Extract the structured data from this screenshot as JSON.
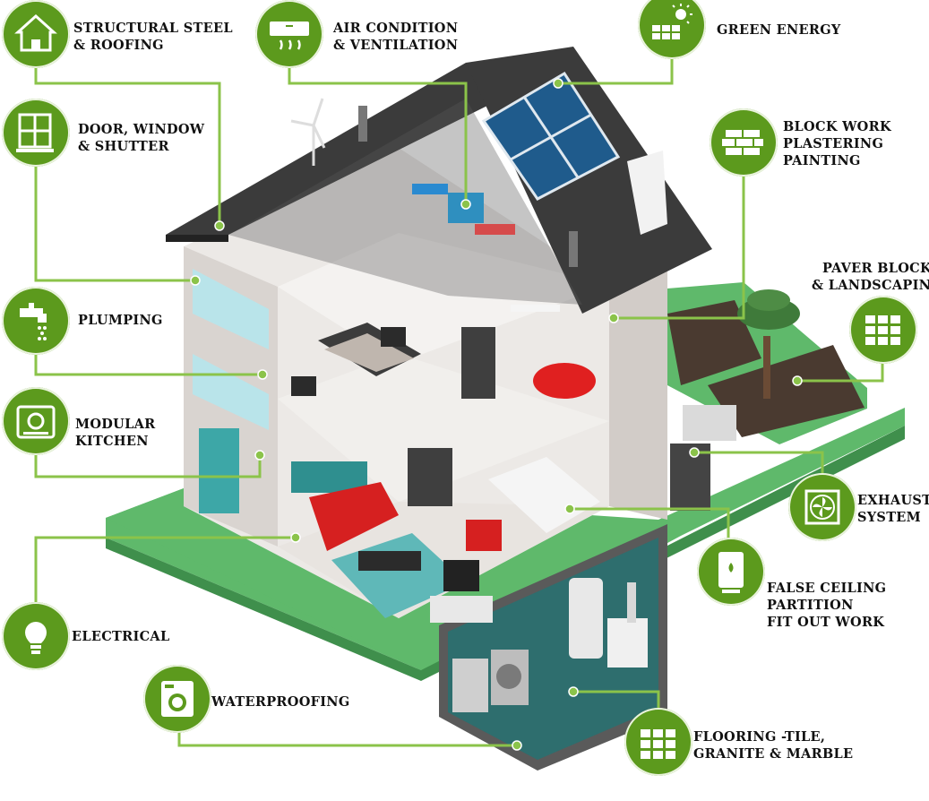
{
  "services": [
    {
      "id": "structural-steel",
      "lines": [
        "STRUCTURAL STEEL",
        "& ROOFING"
      ],
      "icon": "house-icon"
    },
    {
      "id": "air-condition",
      "lines": [
        "AIR CONDITION",
        "& VENTILATION"
      ],
      "icon": "air-conditioner-icon"
    },
    {
      "id": "green-energy",
      "lines": [
        "GREEN ENERGY"
      ],
      "icon": "solar-panel-icon"
    },
    {
      "id": "door-window",
      "lines": [
        "DOOR, WINDOW",
        "& SHUTTER"
      ],
      "icon": "window-icon"
    },
    {
      "id": "block-work",
      "lines": [
        "BLOCK WORK",
        "PLASTERING",
        "PAINTING"
      ],
      "icon": "brick-wall-icon"
    },
    {
      "id": "paver-block",
      "lines": [
        "PAVER BLOCK",
        "& LANDSCAPING"
      ],
      "icon": "paver-grid-icon"
    },
    {
      "id": "plumping",
      "lines": [
        "PLUMPING"
      ],
      "icon": "faucet-icon"
    },
    {
      "id": "modular-kitchen",
      "lines": [
        "MODULAR",
        "KITCHEN"
      ],
      "icon": "stove-icon"
    },
    {
      "id": "exhaust-system",
      "lines": [
        "EXHAUST",
        "SYSTEM"
      ],
      "icon": "exhaust-fan-icon"
    },
    {
      "id": "false-ceiling",
      "lines": [
        "FALSE CEILING",
        "PARTITION",
        "FIT OUT WORK"
      ],
      "icon": "boiler-icon"
    },
    {
      "id": "electrical",
      "lines": [
        "ELECTRICAL"
      ],
      "icon": "light-bulb-icon"
    },
    {
      "id": "waterproofing",
      "lines": [
        "WATERPROOFING"
      ],
      "icon": "washing-machine-icon"
    },
    {
      "id": "flooring",
      "lines": [
        "FLOORING -TILE,",
        "GRANITE & MARBLE"
      ],
      "icon": "tile-grid-icon"
    }
  ],
  "colors": {
    "accent_green": "#5c9a1d",
    "connector_green": "#8bc34a",
    "lawn_green": "#5fb96b",
    "roof": "#3b3b3b",
    "solar_panel": "#1f5b8c",
    "wall": "#e3e0de",
    "teal": "#2f8f8f",
    "sofa_red": "#d62020"
  }
}
